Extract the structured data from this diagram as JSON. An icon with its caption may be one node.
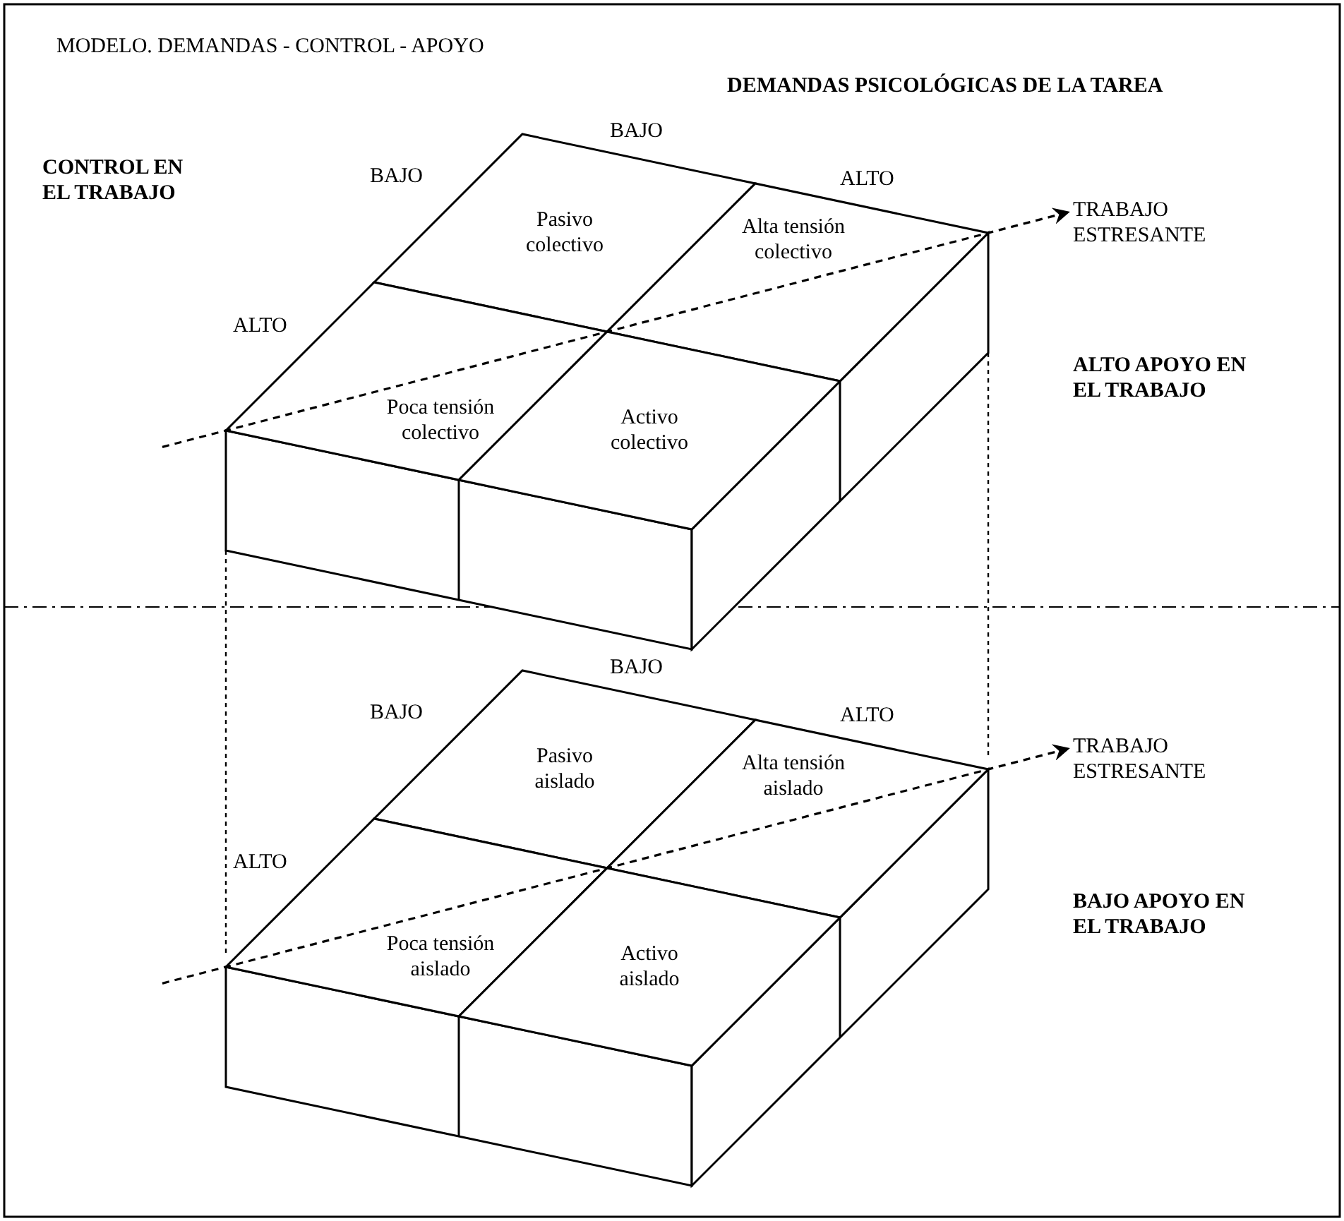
{
  "diagram": {
    "title": "MODELO. DEMANDAS - CONTROL - APOYO",
    "nodes": [
      {
        "text": [
          "Pasivo colectivo"
        ]
      },
      {
        "text": [
          "Alta tensión colectivo"
        ]
      },
      {
        "text": [
          "Poca tensión colectivo"
        ]
      },
      {
        "text": [
          "Activo colectivo"
        ]
      },
      {
        "text": [
          "TRABAJO ESTRESANTE"
        ]
      },
      {
        "text": [
          "Pasivo aislado"
        ]
      },
      {
        "text": [
          "Alta tensión aislado"
        ]
      },
      {
        "text": [
          "Poca tensión aislado"
        ]
      },
      {
        "text": [
          "Activo aislado"
        ]
      },
      {
        "text": [
          "TRABAJO ESTRESANTE"
        ]
      }
    ],
    "edges": [
      {
        "from": null,
        "to": 4,
        "arrow": "to",
        "style": "dashed"
      },
      {
        "from": null,
        "to": 9,
        "arrow": "to",
        "style": "dashed"
      }
    ],
    "labels": [
      "DEMANDAS PSICOLÓGICAS DE LA TAREA",
      "BAJO",
      "ALTO",
      "CONTROL EN EL TRABAJO",
      "BAJO",
      "ALTO",
      "ALTO APOYO EN EL TRABAJO",
      "BAJO",
      "ALTO",
      "BAJO",
      "ALTO",
      "BAJO APOYO EN EL TRABAJO"
    ]
  }
}
